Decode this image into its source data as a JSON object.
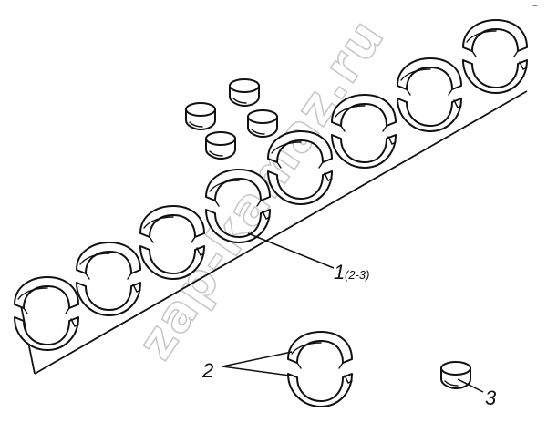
{
  "watermark": "zap-kamaz.ru",
  "corner_mark": "~",
  "callouts": {
    "c1_number": "1",
    "c1_range": "(2-3)",
    "c2_number": "2",
    "c3_number": "3"
  }
}
